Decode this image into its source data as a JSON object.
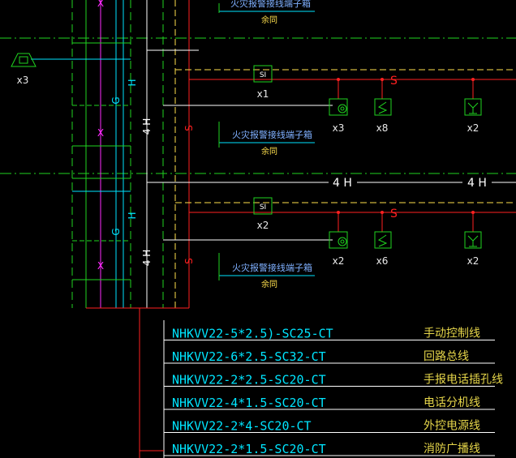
{
  "junction_box_labels": [
    "火灾报警接线端子箱",
    "火灾报警接线端子箱",
    "火灾报警接线端子箱"
  ],
  "spare_labels": [
    "余同",
    "余同",
    "余同"
  ],
  "line_letters": {
    "x": "X",
    "g": "G",
    "h": "H",
    "s": "S",
    "four_h": "4 H"
  },
  "devices_floor1": {
    "module_label": "SI",
    "module_qty": "x1",
    "bell_qty": "x3",
    "smoke_qty": "x8",
    "phone_qty": "x2",
    "left_device_qty": "x3"
  },
  "devices_floor2": {
    "module_label": "SI",
    "module_qty": "x2",
    "bell_qty": "x2",
    "smoke_qty": "x6",
    "phone_qty": "x2"
  },
  "legend": [
    {
      "code": "NHKVV22-5*2.5)-SC25-CT",
      "desc": "手动控制线"
    },
    {
      "code": "NHKVV22-6*2.5-SC32-CT",
      "desc": "回路总线"
    },
    {
      "code": "NHKVV22-2*2.5-SC20-CT",
      "desc": "手报电话插孔线"
    },
    {
      "code": "NHKVV22-4*1.5-SC20-CT",
      "desc": "电话分机线"
    },
    {
      "code": "NHKVV22-2*4-SC20-CT",
      "desc": "外控电源线"
    },
    {
      "code": "NHKVV22-2*1.5-SC20-CT",
      "desc": "消防广播线"
    }
  ],
  "colors": {
    "background": "#000000",
    "green": "#1fd41f",
    "cyan": "#00e5ff",
    "magenta": "#ff2bff",
    "red": "#ff2020",
    "yellow": "#ffe04d",
    "white": "#ffffff",
    "olive_text": "#e6d64a"
  }
}
